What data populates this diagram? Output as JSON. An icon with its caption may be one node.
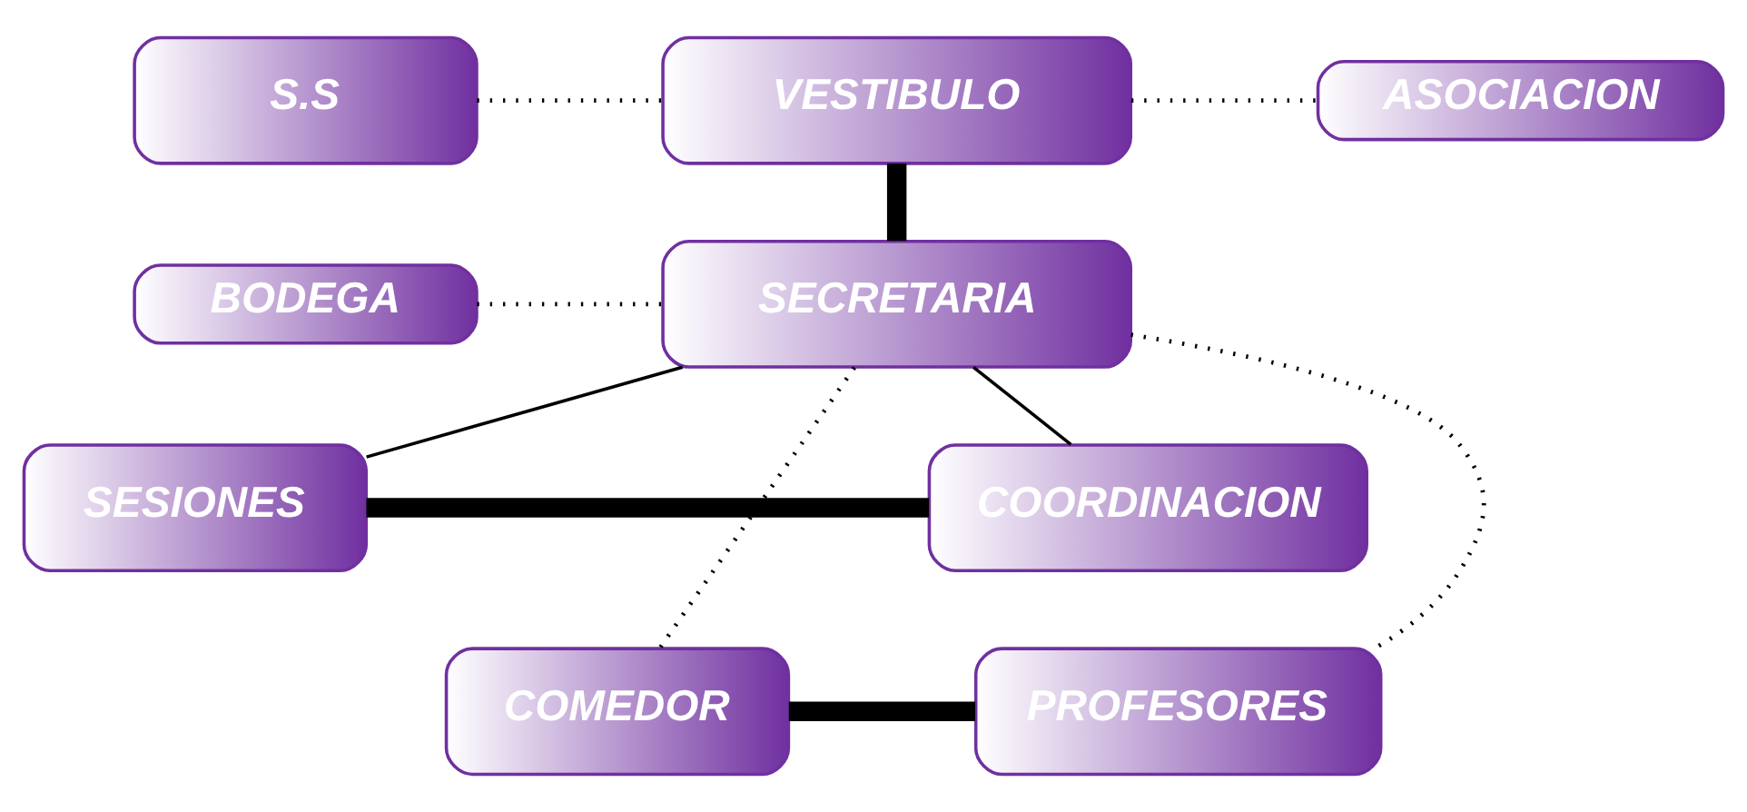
{
  "diagram": {
    "nodes": [
      {
        "text": [
          "S.S"
        ]
      },
      {
        "text": [
          "VESTIBULO"
        ]
      },
      {
        "text": [
          "ASOCIACION"
        ]
      },
      {
        "text": [
          "BODEGA"
        ]
      },
      {
        "text": [
          "SECRETARIA"
        ]
      },
      {
        "text": [
          "SESIONES"
        ]
      },
      {
        "text": [
          "COORDINACION"
        ]
      },
      {
        "text": [
          "COMEDOR"
        ]
      },
      {
        "text": [
          "PROFESORES"
        ]
      }
    ],
    "edges": [
      {
        "from": 0,
        "to": 1,
        "arrow": "none",
        "style": "dashed"
      },
      {
        "from": 1,
        "to": 2,
        "arrow": "none",
        "style": "dashed"
      },
      {
        "from": 1,
        "to": 4,
        "arrow": "none",
        "style": "thick"
      },
      {
        "from": 3,
        "to": 4,
        "arrow": "none",
        "style": "dashed"
      },
      {
        "from": 4,
        "to": 5,
        "arrow": "none"
      },
      {
        "from": 4,
        "to": 6,
        "arrow": "none"
      },
      {
        "from": 5,
        "to": 6,
        "arrow": "none",
        "style": "thick"
      },
      {
        "from": 4,
        "to": 7,
        "arrow": "none",
        "style": "dashed"
      },
      {
        "from": 4,
        "to": 8,
        "arrow": "none",
        "style": "dashed"
      },
      {
        "from": 7,
        "to": 8,
        "arrow": "none",
        "style": "thick"
      }
    ]
  }
}
